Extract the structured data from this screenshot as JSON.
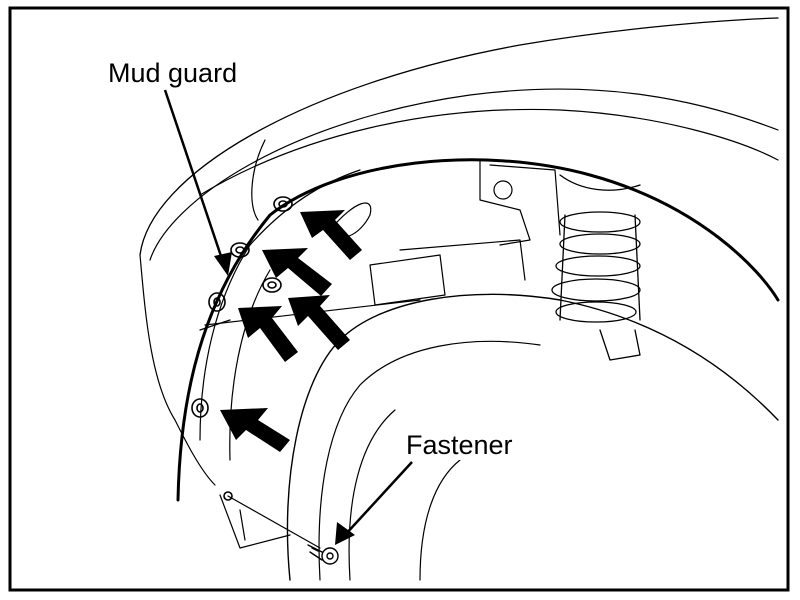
{
  "labels": {
    "mud_guard": "Mud guard",
    "fastener": "Fastener"
  },
  "colors": {
    "line": "#000000",
    "background": "#ffffff"
  },
  "callout_arrows": 7,
  "fastener_clips": 6
}
